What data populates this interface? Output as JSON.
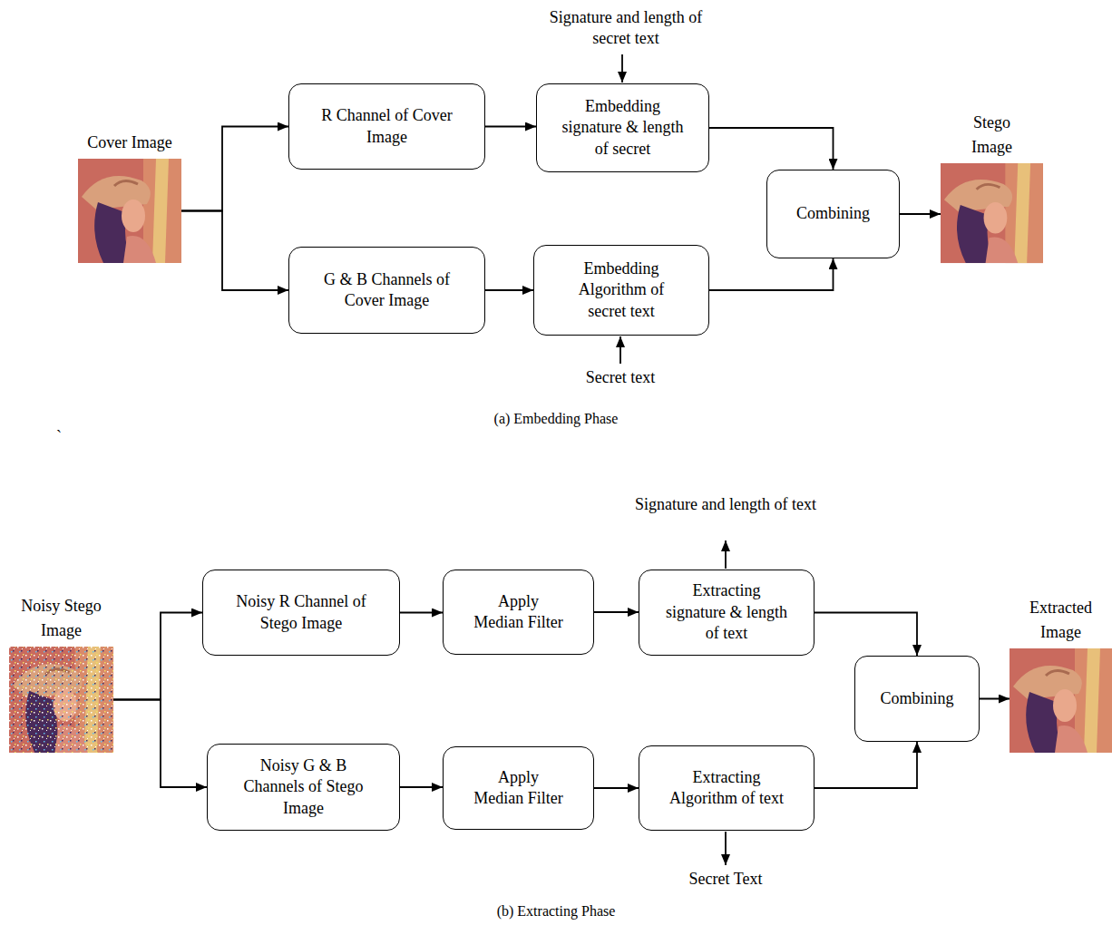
{
  "diagram": {
    "nodes": [
      {
        "text": [
          "Cover Image"
        ]
      },
      {
        "text": [
          "R Channel of Cover Image"
        ]
      },
      {
        "text": [
          "Embedding signature & length of secret"
        ]
      },
      {
        "text": [
          "Combining"
        ]
      },
      {
        "text": [
          "Stego Image"
        ]
      },
      {
        "text": [
          "G & B Channels of Cover Image"
        ]
      },
      {
        "text": [
          "Embedding Algorithm of secret text"
        ]
      },
      {
        "text": [
          "Noisy Stego Image"
        ]
      },
      {
        "text": [
          "Noisy R Channel of Stego Image"
        ]
      },
      {
        "text": [
          "Apply Median Filter"
        ]
      },
      {
        "text": [
          "Extracting signature & length of text"
        ]
      },
      {
        "text": [
          "Combining"
        ]
      },
      {
        "text": [
          "Extracted Image"
        ]
      },
      {
        "text": [
          "Noisy G & B Channels of Stego Image"
        ]
      },
      {
        "text": [
          "Apply Median Filter"
        ]
      },
      {
        "text": [
          "Extracting Algorithm of text"
        ]
      }
    ],
    "edges": [
      {
        "from": 0,
        "to": 1,
        "arrow": "to"
      },
      {
        "from": 0,
        "to": 5,
        "arrow": "to"
      },
      {
        "from": 1,
        "to": 2,
        "arrow": "to"
      },
      {
        "from": 5,
        "to": 6,
        "arrow": "to"
      },
      {
        "from": 2,
        "to": 3,
        "arrow": "to"
      },
      {
        "from": 6,
        "to": 3,
        "arrow": "to"
      },
      {
        "from": 3,
        "to": 4,
        "arrow": "to"
      },
      {
        "from": 7,
        "to": 8,
        "arrow": "to"
      },
      {
        "from": 7,
        "to": 13,
        "arrow": "to"
      },
      {
        "from": 8,
        "to": 9,
        "arrow": "to"
      },
      {
        "from": 13,
        "to": 14,
        "arrow": "to"
      },
      {
        "from": 9,
        "to": 10,
        "arrow": "to"
      },
      {
        "from": 14,
        "to": 15,
        "arrow": "to"
      },
      {
        "from": 10,
        "to": 11,
        "arrow": "to"
      },
      {
        "from": 15,
        "to": 11,
        "arrow": "to"
      },
      {
        "from": 11,
        "to": 12,
        "arrow": "to"
      }
    ],
    "labels": [
      "Signature and length of secret text",
      "Secret text",
      "(a) Embedding Phase",
      "`",
      "Signature and length of text",
      "Secret Text",
      "(b) Extracting Phase"
    ]
  }
}
